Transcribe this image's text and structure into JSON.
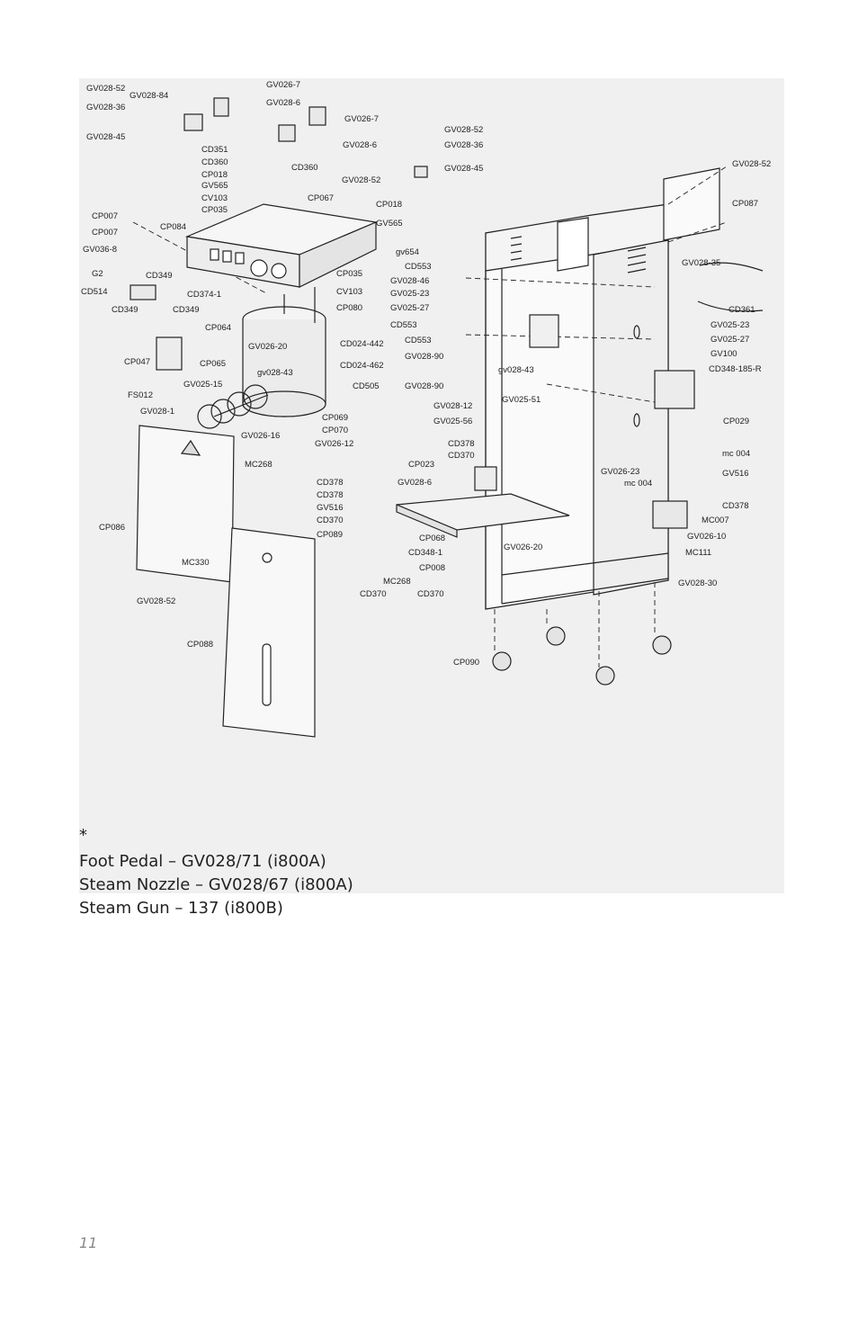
{
  "diagram": {
    "labels": [
      "GV028-52",
      "GV028-84",
      "GV026-7",
      "GV028-36",
      "GV028-6",
      "GV026-7",
      "GV028-45",
      "GV028-6",
      "CD351",
      "CD360",
      "CD360",
      "GV028-52",
      "GV028-36",
      "GV028-45",
      "CP018",
      "GV565",
      "CV103",
      "CP035",
      "CP067",
      "GV028-52",
      "CP018",
      "GV565",
      "GV028-52",
      "CP007",
      "CP084",
      "CP087",
      "CP007",
      "GV036-8",
      "gv654",
      "GV028-35",
      "G2",
      "CD349",
      "CD514",
      "CD349",
      "CD349",
      "CD374-1",
      "CP035",
      "CV103",
      "CD553",
      "GV028-46",
      "GV025-23",
      "GV025-27",
      "CD553",
      "CD553",
      "GV028-90",
      "CD361",
      "GV025-23",
      "GV025-27",
      "GV100",
      "CP080",
      "CP064",
      "GV026-20",
      "CD024-442",
      "CP047",
      "CP065",
      "CD024-462",
      "gv028-43",
      "gv028-43",
      "CD348-185-R",
      "GV025-15",
      "CD505",
      "FS012",
      "GV028-90",
      "GV025-51",
      "GV028-1",
      "CP069",
      "GV028-12",
      "GV025-56",
      "CP070",
      "GV026-16",
      "GV026-12",
      "CP029",
      "CD378",
      "CD370",
      "MC268",
      "CP023",
      "GV026-23",
      "mc 004",
      "GV516",
      "CD378",
      "GV028-6",
      "CD378",
      "GV516",
      "mc 004",
      "CD378",
      "CD370",
      "MC007",
      "CP086",
      "CP089",
      "CP068",
      "GV026-10",
      "GV026-20",
      "CD348-1",
      "MC111",
      "MC330",
      "CP008",
      "MC268",
      "GV028-30",
      "CD370",
      "CD370",
      "GV028-52",
      "CP088",
      "CP090"
    ]
  },
  "footnote": {
    "marker": "*",
    "lines": [
      "Foot Pedal – GV028/71 (i800A)",
      "Steam Nozzle – GV028/67 (i800A)",
      "Steam Gun – 137 (i800B)"
    ]
  },
  "page": {
    "number": "11"
  }
}
